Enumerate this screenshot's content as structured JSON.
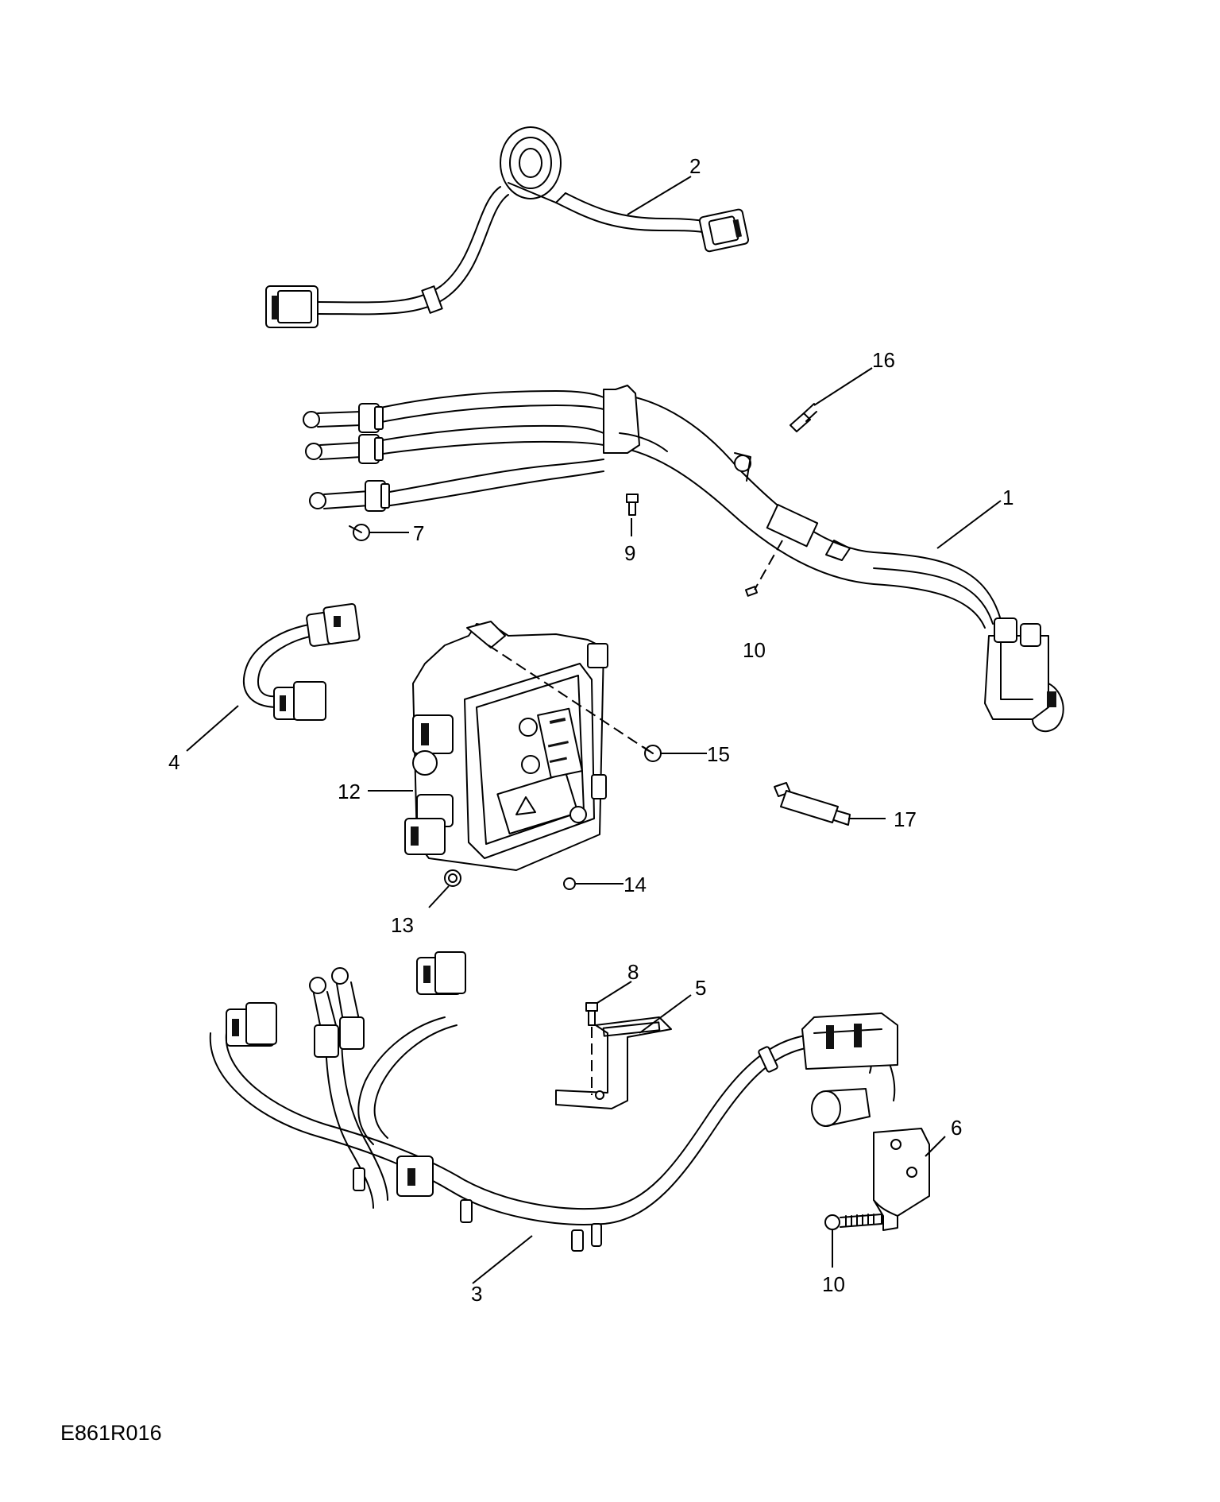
{
  "diagram": {
    "code": "E861R016",
    "callouts": [
      {
        "id": "c1",
        "label": "1"
      },
      {
        "id": "c2",
        "label": "2"
      },
      {
        "id": "c3",
        "label": "3"
      },
      {
        "id": "c4",
        "label": "4"
      },
      {
        "id": "c5",
        "label": "5"
      },
      {
        "id": "c6",
        "label": "6"
      },
      {
        "id": "c7",
        "label": "7"
      },
      {
        "id": "c8",
        "label": "8"
      },
      {
        "id": "c9",
        "label": "9"
      },
      {
        "id": "c10a",
        "label": "10"
      },
      {
        "id": "c10b",
        "label": "10"
      },
      {
        "id": "c12",
        "label": "12"
      },
      {
        "id": "c13",
        "label": "13"
      },
      {
        "id": "c14",
        "label": "14"
      },
      {
        "id": "c15",
        "label": "15"
      },
      {
        "id": "c16",
        "label": "16"
      },
      {
        "id": "c17",
        "label": "17"
      }
    ]
  }
}
